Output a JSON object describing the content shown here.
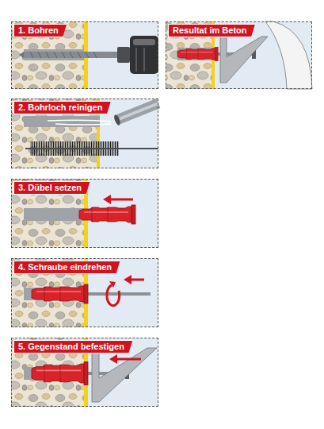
{
  "diagram": {
    "nodes": [
      {
        "text": [
          "1. Bohren"
        ]
      },
      {
        "text": [
          "Resultat im Beton"
        ]
      },
      {
        "text": [
          "2. Bohrloch reinigen"
        ]
      },
      {
        "text": [
          "3. Dübel setzen"
        ]
      },
      {
        "text": [
          "4. Schraube eindrehen"
        ]
      },
      {
        "text": [
          "5. Gegenstand befestigen"
        ]
      }
    ]
  }
}
